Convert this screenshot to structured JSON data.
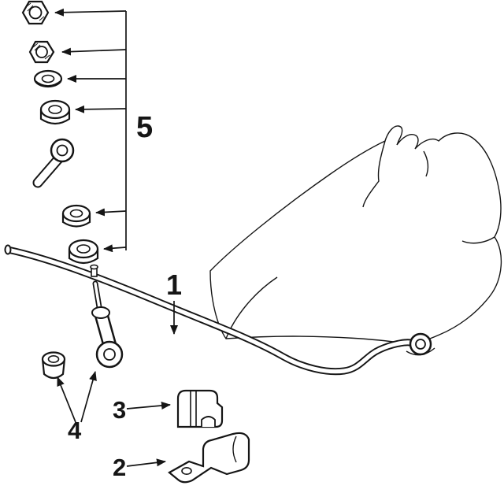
{
  "diagram": {
    "callouts": [
      {
        "label": "1"
      },
      {
        "label": "2"
      },
      {
        "label": "3"
      },
      {
        "label": "4"
      },
      {
        "label": "5"
      }
    ]
  },
  "colors": {
    "ink": "#151515",
    "background": "#ffffff"
  }
}
